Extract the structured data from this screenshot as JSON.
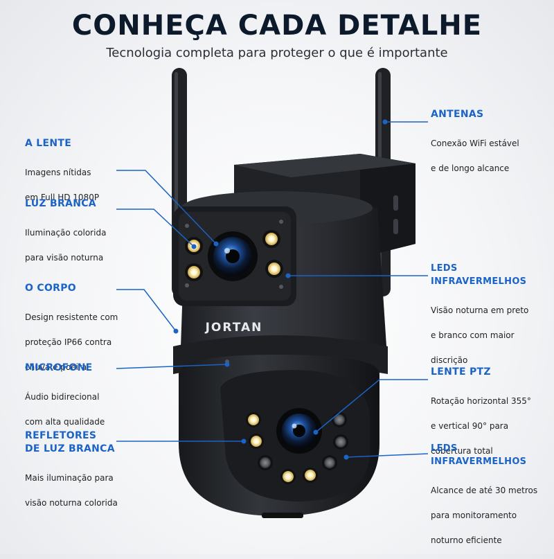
{
  "header": {
    "title": "CONHEÇA CADA DETALHE",
    "subtitle": "Tecnologia completa para proteger o que é importante"
  },
  "brand": "JORTAN",
  "colors": {
    "accent": "#1b63c6",
    "text": "#222222",
    "title": "#0d1a2b",
    "camera_body": "#26292e"
  },
  "features_left": [
    {
      "title": "A LENTE",
      "desc": [
        "Imagens nítidas",
        "em Full HD 1080P"
      ]
    },
    {
      "title": "LUZ BRANCA",
      "desc": [
        "Iluminação colorida",
        "para visão noturna"
      ]
    },
    {
      "title": "O CORPO",
      "desc": [
        "Design resistente com",
        "proteção IP66 contra",
        "chuva e poeira"
      ]
    },
    {
      "title": "MICROFONE",
      "desc": [
        "Áudio bidirecional",
        "com alta qualidade"
      ]
    },
    {
      "title_lines": [
        "REFLETORES",
        "DE LUZ BRANCA"
      ],
      "desc": [
        "Mais iluminação para",
        "visão noturna colorida"
      ]
    }
  ],
  "features_right": [
    {
      "title": "ANTENAS",
      "desc": [
        "Conexão WiFi estável",
        "e de longo alcance"
      ]
    },
    {
      "title": "LEDS INFRAVERMELHOS",
      "desc": [
        "Visão noturna em preto",
        "e branco com maior",
        "discrição"
      ]
    },
    {
      "title": "LENTE PTZ",
      "desc": [
        "Rotação horizontal 355°",
        "e vertical 90° para",
        "cobertura total"
      ]
    },
    {
      "title": "LEDS INFRAVERMELHOS",
      "desc": [
        "Alcance de até 30 metros",
        "para monitoramento",
        "noturno eficiente"
      ]
    }
  ]
}
